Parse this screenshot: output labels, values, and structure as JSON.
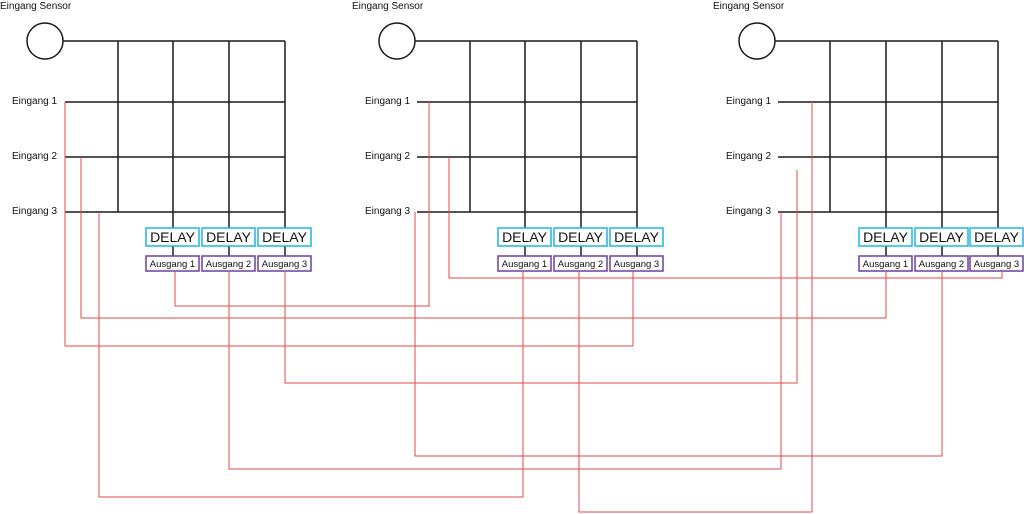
{
  "modules": [
    {
      "sensor_label": "Eingang Sensor",
      "inputs": [
        "Eingang 1",
        "Eingang 2",
        "Eingang 3"
      ],
      "delays": [
        "DELAY",
        "DELAY",
        "DELAY"
      ],
      "outputs": [
        "Ausgang 1",
        "Ausgang 2",
        "Ausgang 3"
      ]
    },
    {
      "sensor_label": "Eingang Sensor",
      "inputs": [
        "Eingang 1",
        "Eingang 2",
        "Eingang 3"
      ],
      "delays": [
        "DELAY",
        "DELAY",
        "DELAY"
      ],
      "outputs": [
        "Ausgang 1",
        "Ausgang 2",
        "Ausgang 3"
      ]
    },
    {
      "sensor_label": "Eingang Sensor",
      "inputs": [
        "Eingang 1",
        "Eingang 2",
        "Eingang 3"
      ],
      "delays": [
        "DELAY",
        "DELAY",
        "DELAY"
      ],
      "outputs": [
        "Ausgang 1",
        "Ausgang 2",
        "Ausgang 3"
      ]
    }
  ],
  "colors": {
    "grid": "#1a1a1a",
    "wire": "#e24b4b",
    "delay_border": "#1fb6e6",
    "output_border": "#6b3fa0"
  }
}
